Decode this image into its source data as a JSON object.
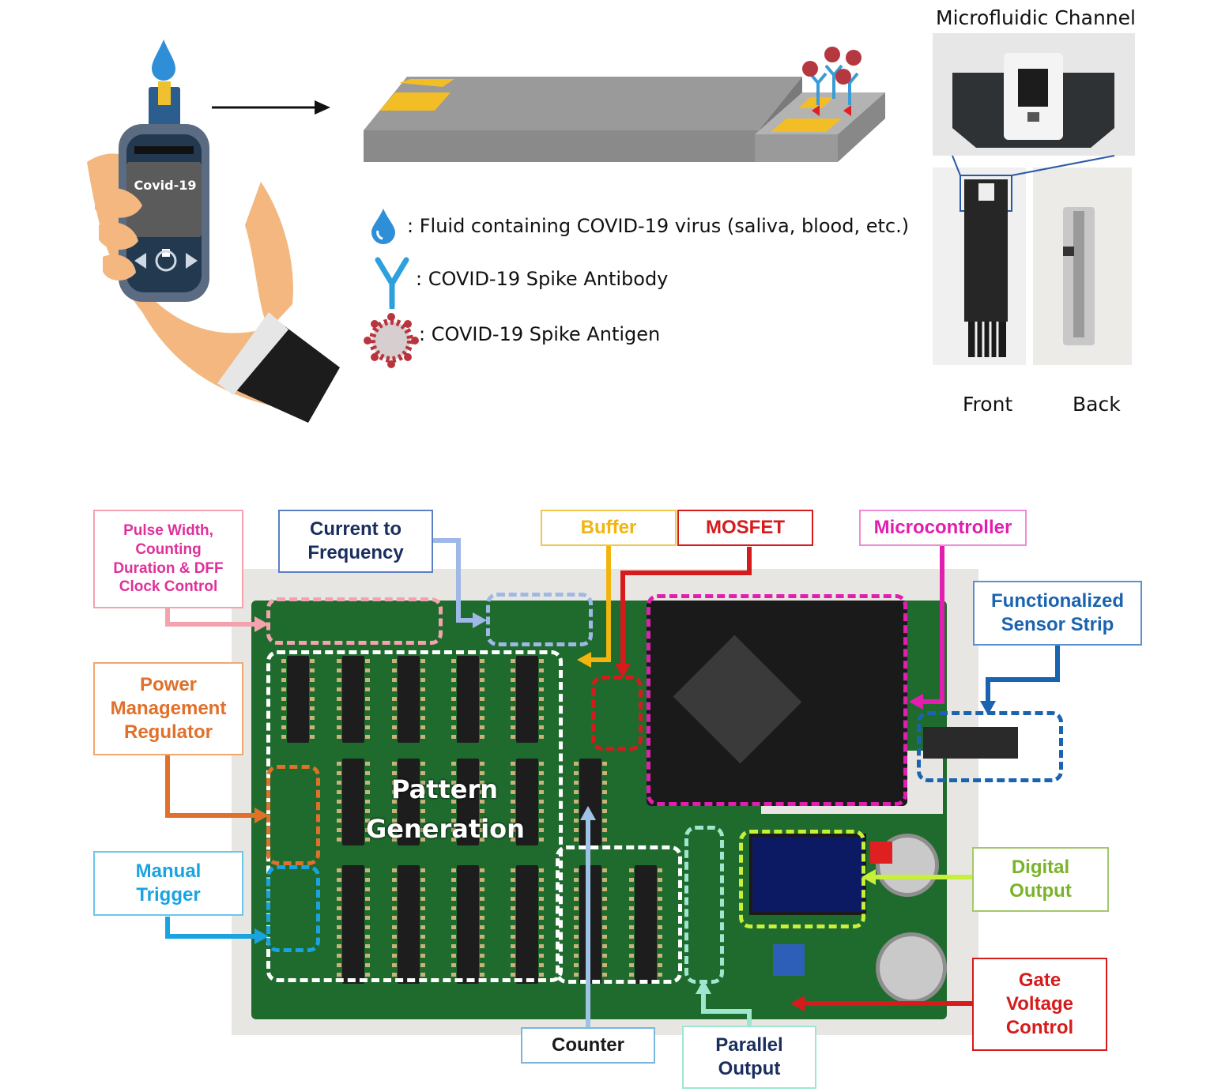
{
  "top": {
    "device_screen_text": "Covid-19",
    "microfluidic_title": "Microfluidic Channel",
    "front_label": "Front",
    "back_label": "Back",
    "legend": [
      {
        "icon": "droplet-icon",
        "text": ": Fluid containing COVID-19 virus (saliva, blood, etc.)"
      },
      {
        "icon": "antibody-icon",
        "text": ": COVID-19 Spike Antibody"
      },
      {
        "icon": "virus-icon",
        "text": ": COVID-19 Spike Antigen"
      }
    ]
  },
  "board": {
    "center_label_line1": "Pattern",
    "center_label_line2": "Generation",
    "labels": {
      "pulse_width": "Pulse Width, Counting Duration & DFF Clock Control",
      "current_to_frequency": "Current to Frequency",
      "buffer": "Buffer",
      "mosfet": "MOSFET",
      "microcontroller": "Microcontroller",
      "functionalized_strip": "Functionalized Sensor Strip",
      "power_management": "Power Management Regulator",
      "manual_trigger": "Manual Trigger",
      "digital_output": "Digital Output",
      "gate_voltage": "Gate Voltage Control",
      "counter": "Counter",
      "parallel_output": "Parallel Output"
    }
  },
  "colors": {
    "pulse_width": "#e0309a",
    "pulse_width_border": "#f4a3ae",
    "current_to_frequency": "#1a2e5e",
    "current_to_frequency_border": "#5b7fc4",
    "buffer": "#f2b40f",
    "mosfet": "#d51b1b",
    "microcontroller": "#e21eb1",
    "functionalized_strip": "#1a63b0",
    "power_management": "#e0702a",
    "manual_trigger": "#1aa3df",
    "digital_output": "#7ab32a",
    "digital_output_border": "#b7e35a",
    "gate_voltage": "#d51b1b",
    "counter": "#1a1a1a",
    "counter_border": "#7ab6d9",
    "parallel_output": "#1a2e5e",
    "parallel_output_border": "#9fe6cf",
    "pcb_green": "#1f6b2e",
    "gold": "#f5c21b"
  }
}
